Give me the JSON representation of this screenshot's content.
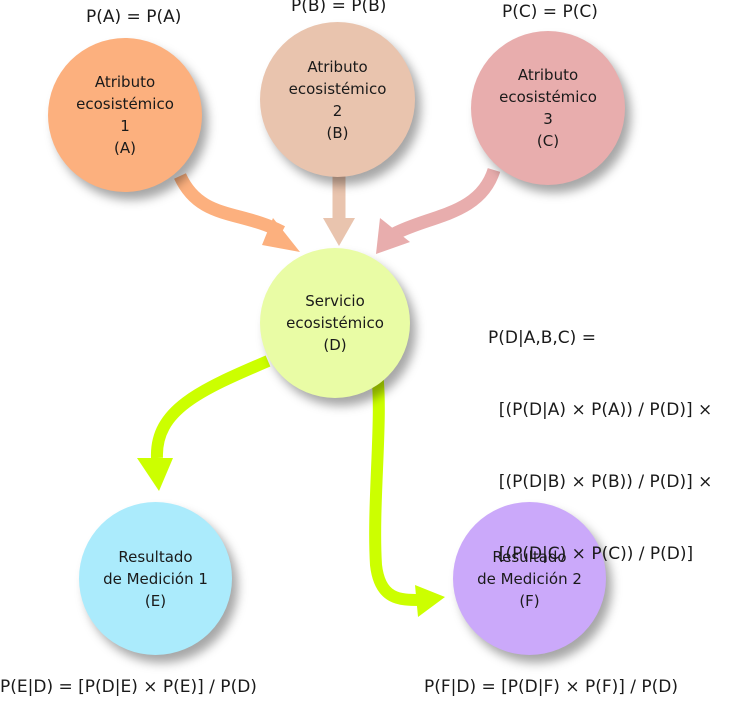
{
  "colors": {
    "node_a": "#fcb07e",
    "node_b": "#e9c4ae",
    "node_c": "#e8adad",
    "node_d": "#e9fca5",
    "node_e": "#abebfc",
    "node_f": "#cba9fa",
    "arrow_d_out": "#ccff00"
  },
  "nodes": {
    "a": {
      "lines": [
        "Atributo",
        "ecosistémico",
        "1",
        "(A)"
      ],
      "prior": "P(A) = P(A)"
    },
    "b": {
      "lines": [
        "Atributo",
        "ecosistémico",
        "2",
        "(B)"
      ],
      "prior": "P(B) = P(B)"
    },
    "c": {
      "lines": [
        "Atributo",
        "ecosistémico",
        "3",
        "(C)"
      ],
      "prior": "P(C) = P(C)"
    },
    "d": {
      "lines": [
        "Servicio",
        "ecosistémico",
        "(D)"
      ]
    },
    "e": {
      "lines": [
        "Resultado",
        "de Medición 1",
        "(E)"
      ],
      "formula": "P(E|D) = [P(D|E) × P(E)] / P(D)"
    },
    "f": {
      "lines": [
        "Resultado",
        "de Medición 2",
        "(F)"
      ],
      "formula": "P(F|D) = [P(D|F) × P(F)] / P(D)"
    }
  },
  "formula_d": {
    "lines": [
      "P(D|A,B,C) =",
      "  [(P(D|A) × P(A)) / P(D)] ×",
      "  [(P(D|B) × P(B)) / P(D)] ×",
      "  [(P(D|C) × P(C)) / P(D)]"
    ]
  },
  "edges": [
    {
      "from": "a",
      "to": "d"
    },
    {
      "from": "b",
      "to": "d"
    },
    {
      "from": "c",
      "to": "d"
    },
    {
      "from": "d",
      "to": "e"
    },
    {
      "from": "d",
      "to": "f"
    }
  ]
}
